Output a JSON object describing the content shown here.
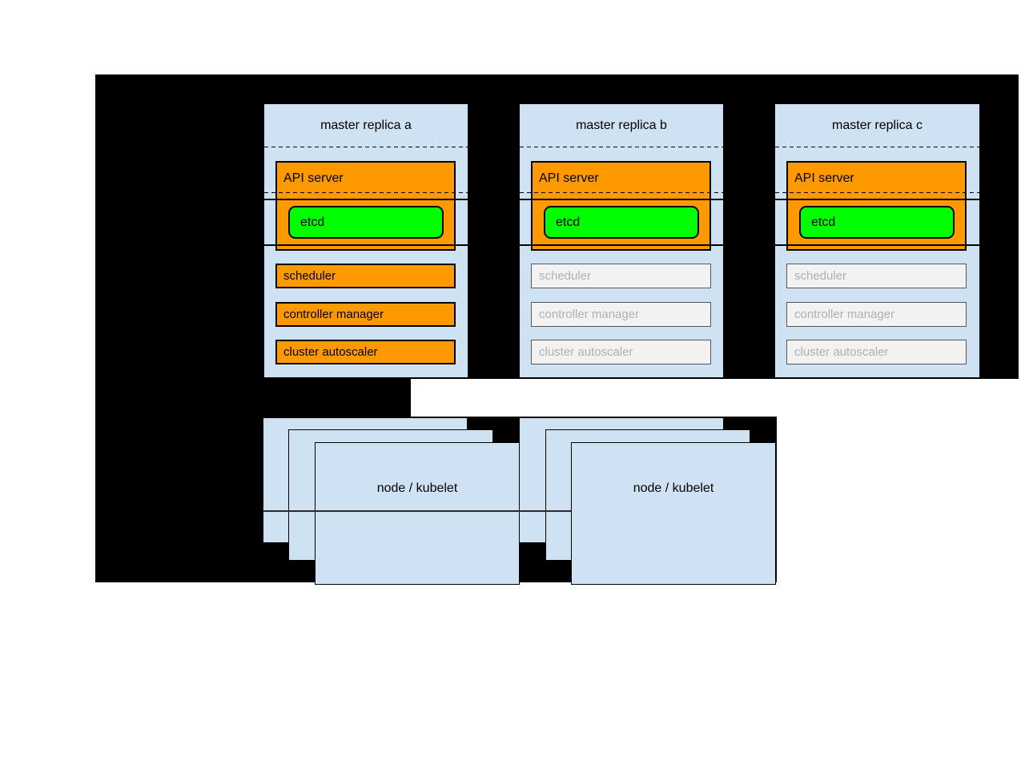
{
  "diagram": {
    "masters": [
      {
        "title": "master replica a",
        "state": "active",
        "api_server": "API server",
        "etcd": "etcd",
        "scheduler": "scheduler",
        "controller_manager": "controller manager",
        "cluster_autoscaler": "cluster autoscaler"
      },
      {
        "title": "master replica b",
        "state": "standby",
        "api_server": "API server",
        "etcd": "etcd",
        "scheduler": "scheduler",
        "controller_manager": "controller manager",
        "cluster_autoscaler": "cluster autoscaler"
      },
      {
        "title": "master replica c",
        "state": "standby",
        "api_server": "API server",
        "etcd": "etcd",
        "scheduler": "scheduler",
        "controller_manager": "controller manager",
        "cluster_autoscaler": "cluster autoscaler"
      }
    ],
    "nodes": [
      {
        "label": "node / kubelet"
      },
      {
        "label": "node / kubelet"
      }
    ],
    "colors": {
      "backdrop": "#000000",
      "box_blue": "#cfe2f3",
      "active_orange": "#ff9900",
      "etcd_green": "#00ff00",
      "inactive_fill": "#f2f2f2",
      "inactive_border": "#595959",
      "inactive_text": "#b0b0b0"
    }
  }
}
